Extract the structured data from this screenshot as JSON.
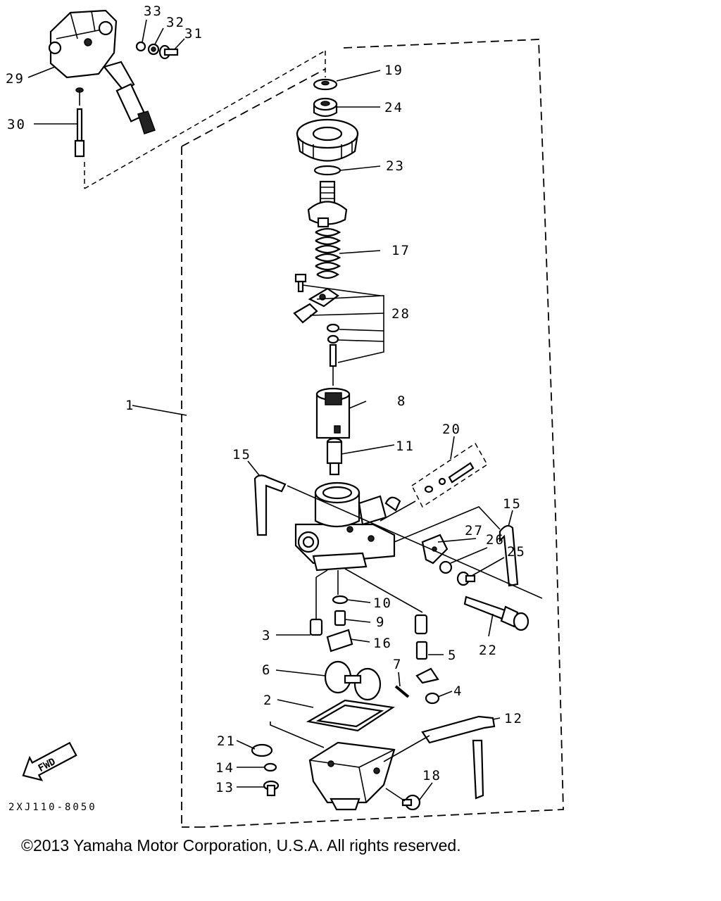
{
  "callouts": [
    "1",
    "2",
    "3",
    "4",
    "5",
    "6",
    "7",
    "8",
    "9",
    "10",
    "11",
    "12",
    "13",
    "14",
    "15",
    "15",
    "16",
    "17",
    "18",
    "19",
    "20",
    "21",
    "22",
    "23",
    "24",
    "25",
    "26",
    "27",
    "28",
    "29",
    "30",
    "31",
    "32",
    "33"
  ],
  "fwd_label": "FWD",
  "diagram_code": "2XJ110-8050",
  "copyright": "©2013 Yamaha Motor Corporation, U.S.A. All rights reserved."
}
